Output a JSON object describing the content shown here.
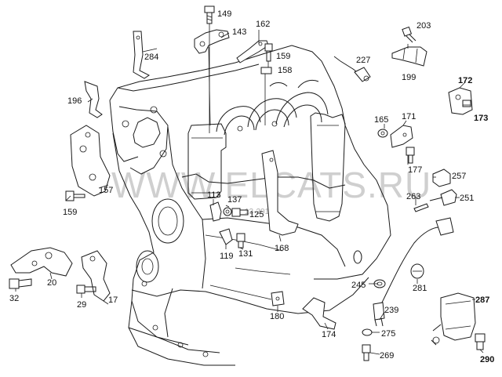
{
  "watermark": "WWW.ELCATS.RU",
  "reference": "13-201",
  "callouts": [
    {
      "id": "149",
      "bold": false
    },
    {
      "id": "143",
      "bold": false
    },
    {
      "id": "162",
      "bold": false
    },
    {
      "id": "159a",
      "text": "159",
      "bold": false
    },
    {
      "id": "158",
      "bold": false
    },
    {
      "id": "227",
      "bold": false
    },
    {
      "id": "203",
      "bold": false
    },
    {
      "id": "199",
      "bold": false
    },
    {
      "id": "172",
      "bold": true
    },
    {
      "id": "173",
      "bold": true
    },
    {
      "id": "284",
      "bold": false
    },
    {
      "id": "196",
      "bold": false
    },
    {
      "id": "165",
      "bold": false
    },
    {
      "id": "171",
      "bold": false
    },
    {
      "id": "177",
      "bold": false
    },
    {
      "id": "257",
      "bold": false
    },
    {
      "id": "263",
      "bold": false
    },
    {
      "id": "251",
      "bold": false
    },
    {
      "id": "157",
      "bold": false
    },
    {
      "id": "159b",
      "text": "159",
      "bold": false
    },
    {
      "id": "113",
      "bold": false
    },
    {
      "id": "137",
      "bold": false
    },
    {
      "id": "125",
      "bold": false
    },
    {
      "id": "119",
      "bold": false
    },
    {
      "id": "131",
      "bold": false
    },
    {
      "id": "168",
      "bold": false
    },
    {
      "id": "20",
      "bold": false
    },
    {
      "id": "32",
      "bold": false
    },
    {
      "id": "29",
      "bold": false
    },
    {
      "id": "17",
      "bold": false
    },
    {
      "id": "245",
      "bold": false
    },
    {
      "id": "281",
      "bold": false
    },
    {
      "id": "239",
      "bold": false
    },
    {
      "id": "287",
      "bold": true
    },
    {
      "id": "180",
      "bold": false
    },
    {
      "id": "174",
      "bold": false
    },
    {
      "id": "275",
      "bold": false
    },
    {
      "id": "269",
      "bold": false
    },
    {
      "id": "290",
      "bold": true
    }
  ]
}
